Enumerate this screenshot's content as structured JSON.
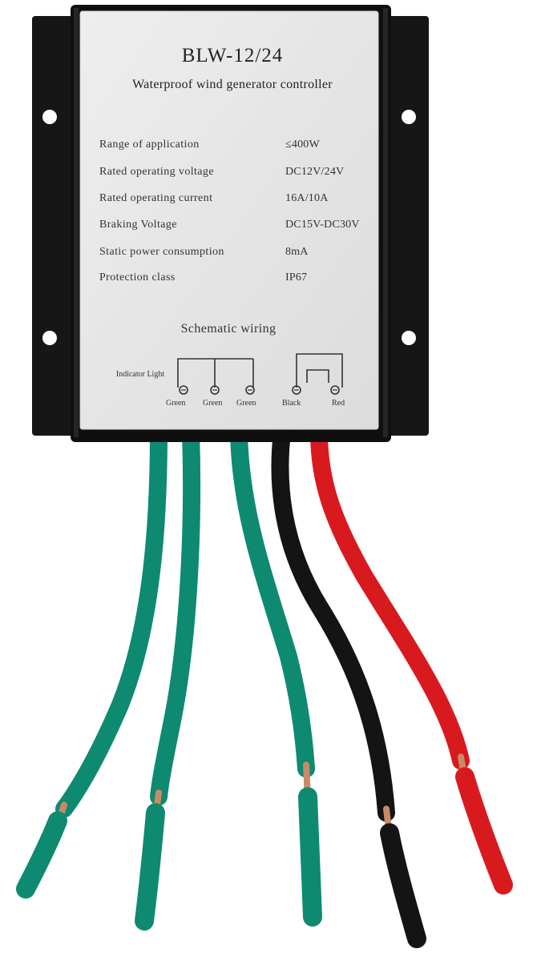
{
  "label": {
    "model": "BLW-12/24",
    "subtitle": "Waterproof wind generator controller",
    "specs": [
      {
        "label": "Range of application",
        "value": "≤400W"
      },
      {
        "label": "Rated operating voltage",
        "value": "DC12V/24V"
      },
      {
        "label": "Rated operating current",
        "value": "16A/10A"
      },
      {
        "label": "Braking Voltage",
        "value": "DC15V-DC30V"
      },
      {
        "label": "Static power consumption",
        "value": "8mA"
      },
      {
        "label": "Protection class",
        "value": "IP67"
      }
    ],
    "wiring": {
      "title": "Schematic wiring",
      "indicator": "Indicator Light",
      "terminals": [
        "Green",
        "Green",
        "Green",
        "Black",
        "Red"
      ]
    }
  },
  "colors": {
    "housing": "#161616",
    "label": "#e4e4e4",
    "wire_green": "#0e8a70",
    "wire_black": "#141414",
    "wire_red": "#d81a1f",
    "copper": "#c98a66"
  }
}
